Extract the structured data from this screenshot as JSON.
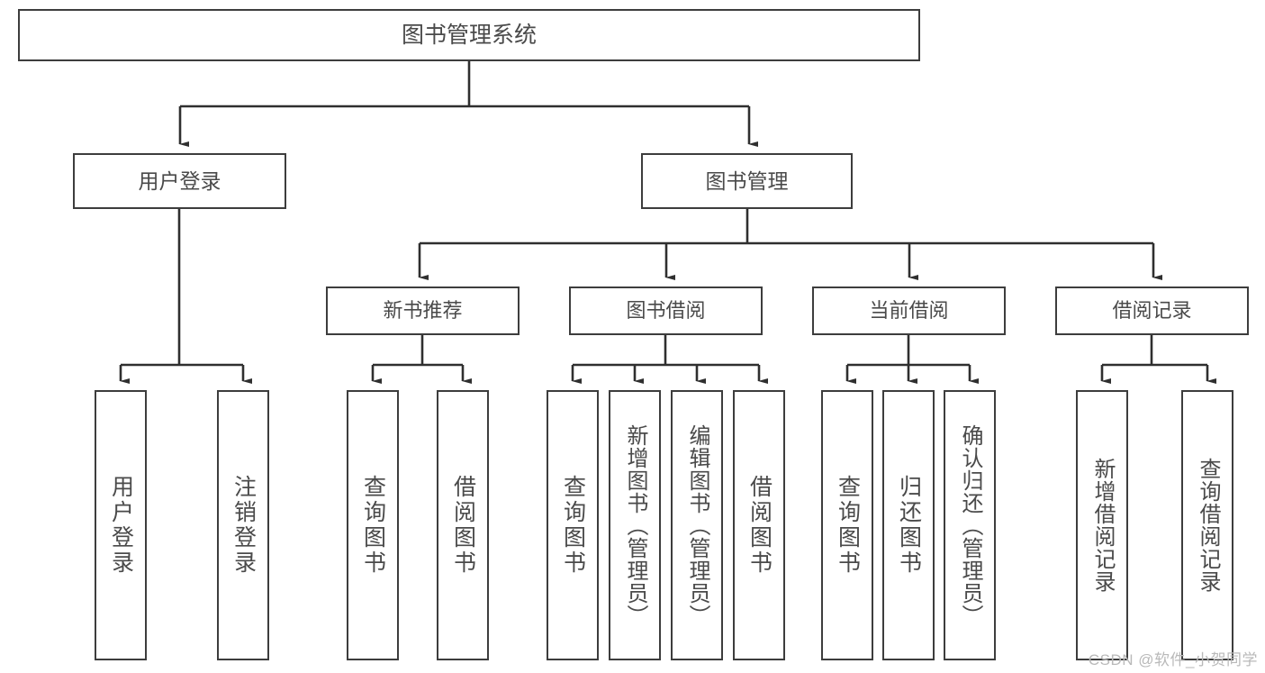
{
  "diagram": {
    "title": "图书管理系统",
    "type": "hierarchy-tree",
    "root": {
      "label": "图书管理系统"
    },
    "level2": [
      {
        "id": "user-login",
        "label": "用户登录"
      },
      {
        "id": "book-manage",
        "label": "图书管理"
      }
    ],
    "level3": [
      {
        "id": "new-rec",
        "label": "新书推荐",
        "parent": "book-manage"
      },
      {
        "id": "borrow",
        "label": "图书借阅",
        "parent": "book-manage"
      },
      {
        "id": "current",
        "label": "当前借阅",
        "parent": "book-manage"
      },
      {
        "id": "record",
        "label": "借阅记录",
        "parent": "book-manage"
      }
    ],
    "leaves": [
      {
        "id": "leaf-1",
        "label": "用户登录",
        "parent": "user-login"
      },
      {
        "id": "leaf-2",
        "label": "注销登录",
        "parent": "user-login"
      },
      {
        "id": "leaf-3",
        "label": "查询图书",
        "parent": "new-rec"
      },
      {
        "id": "leaf-4",
        "label": "借阅图书",
        "parent": "new-rec"
      },
      {
        "id": "leaf-5",
        "label": "查询图书",
        "parent": "borrow"
      },
      {
        "id": "leaf-6",
        "label": "新增图书（管理员）",
        "parent": "borrow"
      },
      {
        "id": "leaf-7",
        "label": "编辑图书（管理员）",
        "parent": "borrow"
      },
      {
        "id": "leaf-8",
        "label": "借阅图书",
        "parent": "borrow"
      },
      {
        "id": "leaf-9",
        "label": "查询图书",
        "parent": "current"
      },
      {
        "id": "leaf-10",
        "label": "归还图书",
        "parent": "current"
      },
      {
        "id": "leaf-11",
        "label": "确认归还（管理员）",
        "parent": "current"
      },
      {
        "id": "leaf-12",
        "label": "新增借阅记录",
        "parent": "record"
      },
      {
        "id": "leaf-13",
        "label": "查询借阅记录",
        "parent": "record"
      }
    ],
    "colors": {
      "border": "#3d3d3d",
      "text": "#4a4a4a",
      "background": "#ffffff",
      "connector": "#2f2f2f",
      "watermark": "#b9b9b9"
    }
  },
  "watermark": {
    "text": "CSDN @软件_小贺同学"
  }
}
